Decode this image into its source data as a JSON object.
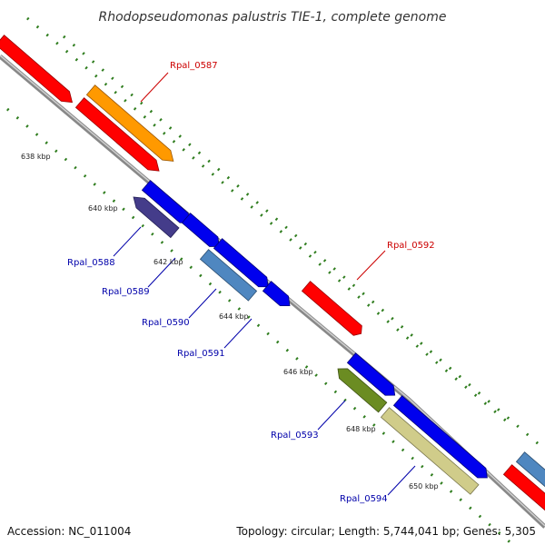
{
  "title": "Rhodopseudomonas palustris TIE-1, complete genome",
  "footer": {
    "accession": "Accession: NC_011004",
    "summary": "Topology: circular; Length: 5,744,041 bp; Genes: 5,305"
  },
  "ticks": [
    "638 kbp",
    "640 kbp",
    "642 kbp",
    "644 kbp",
    "646 kbp",
    "648 kbp",
    "650 kbp"
  ],
  "gene_labels": [
    {
      "text": "Rpal_0587",
      "color": "#cc0000"
    },
    {
      "text": "Rpal_0588",
      "color": "#0000aa"
    },
    {
      "text": "Rpal_0589",
      "color": "#0000aa"
    },
    {
      "text": "Rpal_0590",
      "color": "#0000aa"
    },
    {
      "text": "Rpal_0591",
      "color": "#0000aa"
    },
    {
      "text": "Rpal_0592",
      "color": "#cc0000"
    },
    {
      "text": "Rpal_0593",
      "color": "#0000aa"
    },
    {
      "text": "Rpal_0594",
      "color": "#0000aa"
    }
  ],
  "colors": {
    "red": "#ff0000",
    "orange": "#ff9900",
    "blue": "#0000ee",
    "dark_purple": "#443c8a",
    "steel_blue": "#4f87c0",
    "olive": "#6b8c22",
    "khaki": "#d0cc8a",
    "backbone": "#888888",
    "tick_green": "#2f7d1e"
  }
}
